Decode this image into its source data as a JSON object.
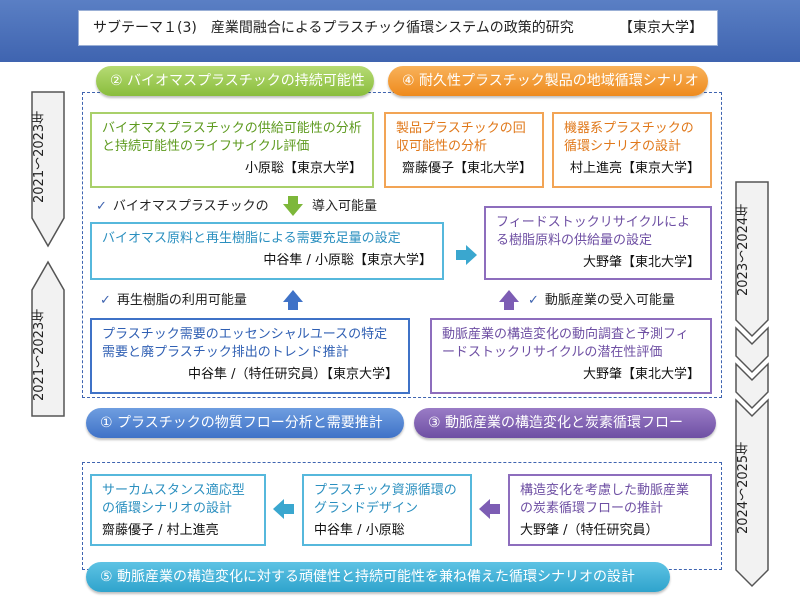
{
  "header": {
    "subtheme": "サブテーマ１(3)　産業間融合によるプラスチック循環システムの政策的研究",
    "affiliation": "【東京大学】"
  },
  "pills": {
    "p2": "② バイオマスプラスチックの持続可能性",
    "p4": "④ 耐久性プラスチック製品の地域循環シナリオ",
    "p1": "① プラスチックの物質フロー分析と需要推計",
    "p3": "③ 動脈産業の構造変化と炭素循環フロー",
    "p5": "⑤ 動脈産業の構造変化に対する頑健性と持続可能性を兼ね備えた循環シナリオの設計"
  },
  "periods": {
    "left_top": "2021～2023年",
    "left_bottom": "2021～2023年",
    "right_middle": "2023～2024年",
    "right_bottom": "2024～2025年"
  },
  "boxes": {
    "biomass_lca": {
      "title": "バイオマスプラスチックの供給可能性の分析と持続可能性のライフサイクル評価",
      "author": "小原聡【東京大学】"
    },
    "product_recovery": {
      "title": "製品プラスチックの回収可能性の分析",
      "author": "齋藤優子【東北大学】"
    },
    "machinery": {
      "title": "機器系プラスチックの循環シナリオの設計",
      "author": "村上進亮【東京大学】"
    },
    "demand_sufficiency": {
      "title": "バイオマス原料と再生樹脂による需要充足量の設定",
      "author": "中谷隼 / 小原聡【東京大学】"
    },
    "feedstock_supply": {
      "title": "フィードストックリサイクルによる樹脂原料の供給量の設定",
      "author": "大野肇【東北大学】"
    },
    "essential_use": {
      "title": "プラスチック需要のエッセンシャルユースの特定需要と廃プラスチック排出のトレンド推計",
      "author": "中谷隼 /（特任研究員）【東京大学】"
    },
    "arterial_trend": {
      "title": "動脈産業の構造変化の動向調査と予測フィードストックリサイクルの潜在性評価",
      "author": "大野肇【東北大学】"
    },
    "circumstance": {
      "title": "サーカムスタンス適応型の循環シナリオの設計",
      "author": "齋藤優子 / 村上進亮"
    },
    "grand_design": {
      "title": "プラスチック資源循環のグランドデザイン",
      "author": "中谷隼 / 小原聡"
    },
    "carbon_flow": {
      "title": "構造変化を考慮した動脈産業の炭素循環フローの推計",
      "author": "大野肇 /（特任研究員）"
    }
  },
  "labels": {
    "biomass_intro": "バイオマスプラスチックの",
    "intro_amount": "導入可能量",
    "recycled_use": "再生樹脂の利用可能量",
    "arterial_accept": "動脈産業の受入可能量"
  },
  "colors": {
    "green": "#89bd3c",
    "orange": "#ee8a1d",
    "blue": "#3f72c7",
    "purple": "#6e4fa3",
    "teal": "#2fa3cc",
    "header": "#3f64b0"
  }
}
